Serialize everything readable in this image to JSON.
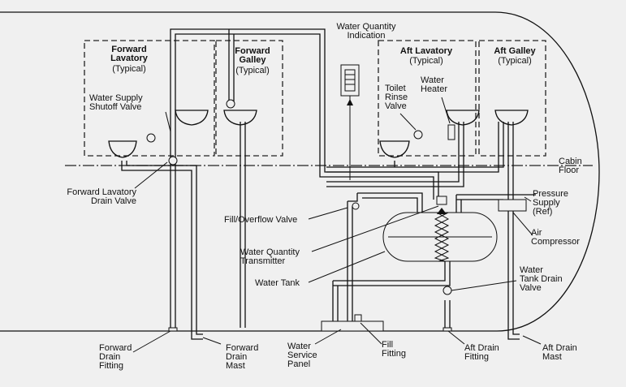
{
  "labels": {
    "water_quantity_indication": "Water Quantity\nIndication",
    "forward_lavatory_title": "Forward\nLavatory",
    "forward_lavatory_sub": "(Typical)",
    "forward_galley_title": "Forward\nGalley",
    "forward_galley_sub": "(Typical)",
    "aft_lavatory_title": "Aft Lavatory",
    "aft_lavatory_sub": "(Typical)",
    "aft_galley_title": "Aft Galley",
    "aft_galley_sub": "(Typical)",
    "water_supply_shutoff_valve": "Water Supply\nShutoff Valve",
    "toilet_rinse_valve": "Toilet\nRinse\nValve",
    "water_heater": "Water\nHeater",
    "cabin_floor": "Cabin\nFloor",
    "forward_lavatory_drain_valve": "Forward Lavatory\nDrain Valve",
    "pressure_supply": "Pressure\nSupply\n(Ref)",
    "fill_overflow_valve": "Fill/Overflow Valve",
    "air_compressor": "Air\nCompressor",
    "water_quantity_transmitter": "Water Quantity\nTransmitter",
    "water_tank": "Water Tank",
    "water_tank_drain_valve": "Water\nTank Drain\nValve",
    "forward_drain_fitting": "Forward\nDrain\nFitting",
    "forward_drain_mast": "Forward\nDrain\nMast",
    "water_service_panel": "Water\nService\nPanel",
    "fill_fitting": "Fill\nFitting",
    "aft_drain_fitting": "Aft Drain\nFitting",
    "aft_drain_mast": "Aft Drain\nMast"
  }
}
